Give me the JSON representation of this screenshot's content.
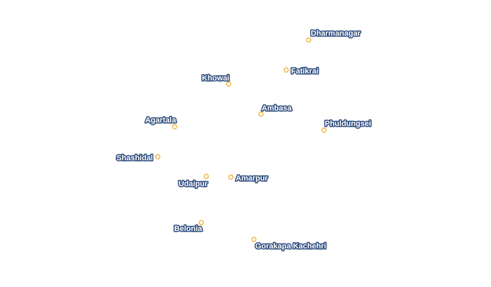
{
  "map": {
    "marker_color": "#f2b441",
    "label_fill": "#ffffff",
    "label_halo": "#2c4a7c",
    "places": [
      {
        "name": "Dharmanagar"
      },
      {
        "name": "Fatikrai"
      },
      {
        "name": "Khowai"
      },
      {
        "name": "Ambasa"
      },
      {
        "name": "Phuldungsei"
      },
      {
        "name": "Agartala"
      },
      {
        "name": "Shashidal"
      },
      {
        "name": "Udaipur"
      },
      {
        "name": "Amarpur"
      },
      {
        "name": "Belonia"
      },
      {
        "name": "Gorakapa Kachehri"
      }
    ]
  }
}
